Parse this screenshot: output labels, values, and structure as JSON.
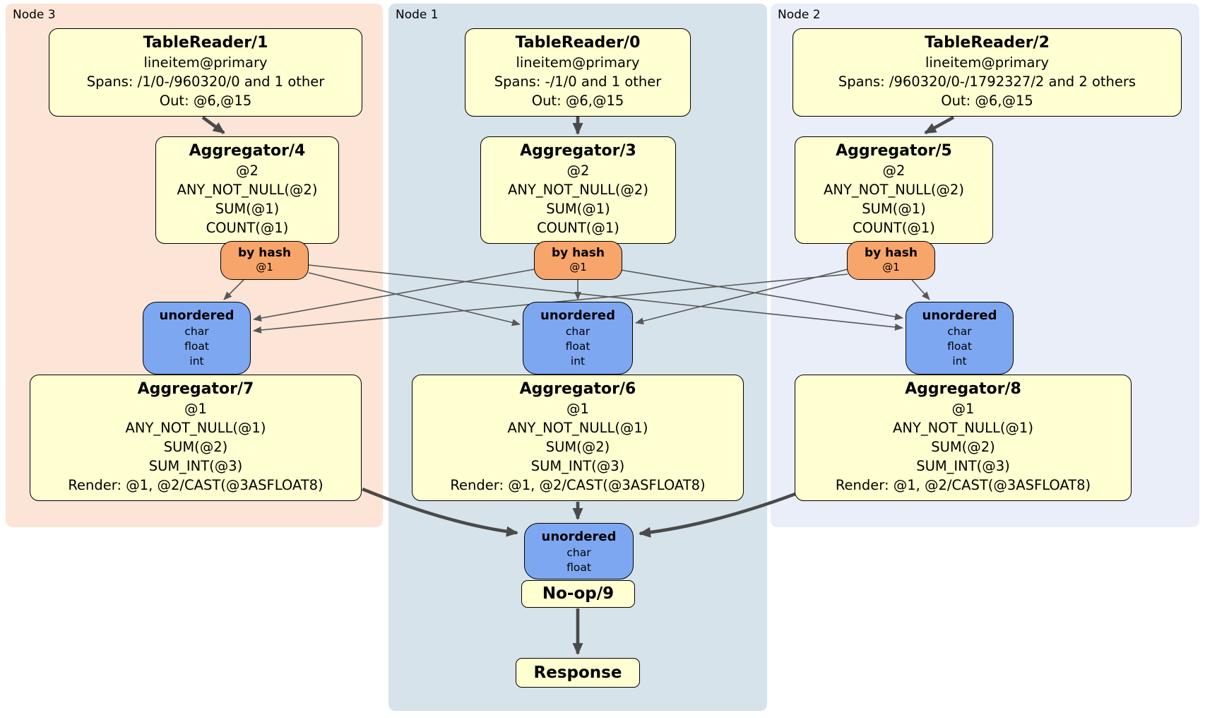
{
  "plan": {
    "colors": {
      "page_background": "#ffffff",
      "node3_panel_bg": "#fce5d6",
      "node1_panel_bg": "#d7e3ea",
      "node2_panel_bg": "#e9eef9",
      "processor_box_bg": "#ffffd1",
      "hash_router_bg": "#f7a56a",
      "input_sync_bg": "#7ea7f2",
      "box_border": "#000000",
      "thin_edge": "#575757",
      "thick_edge": "#4a4a4a"
    },
    "node_panels": [
      {
        "label": "Node 3",
        "table_reader": {
          "title": "TableReader/1",
          "details": [
            "lineitem@primary",
            "Spans: /1/0-/960320/0 and 1 other",
            "Out: @6,@15"
          ]
        },
        "group_aggregator": {
          "title": "Aggregator/4",
          "details": [
            "@2",
            "ANY_NOT_NULL(@2)",
            "SUM(@1)",
            "COUNT(@1)"
          ]
        },
        "hash_router": {
          "title": "by hash",
          "details": [
            "@1"
          ]
        },
        "input_sync": {
          "title": "unordered",
          "details": [
            "char",
            "float",
            "int"
          ]
        },
        "final_aggregator": {
          "title": "Aggregator/7",
          "details": [
            "@1",
            "ANY_NOT_NULL(@1)",
            "SUM(@2)",
            "SUM_INT(@3)",
            "Render: @1, @2/CAST(@3ASFLOAT8)"
          ]
        }
      },
      {
        "label": "Node 1",
        "table_reader": {
          "title": "TableReader/0",
          "details": [
            "lineitem@primary",
            "Spans: -/1/0 and 1 other",
            "Out: @6,@15"
          ]
        },
        "group_aggregator": {
          "title": "Aggregator/3",
          "details": [
            "@2",
            "ANY_NOT_NULL(@2)",
            "SUM(@1)",
            "COUNT(@1)"
          ]
        },
        "hash_router": {
          "title": "by hash",
          "details": [
            "@1"
          ]
        },
        "input_sync": {
          "title": "unordered",
          "details": [
            "char",
            "float",
            "int"
          ]
        },
        "final_aggregator": {
          "title": "Aggregator/6",
          "details": [
            "@1",
            "ANY_NOT_NULL(@1)",
            "SUM(@2)",
            "SUM_INT(@3)",
            "Render: @1, @2/CAST(@3ASFLOAT8)"
          ]
        }
      },
      {
        "label": "Node 2",
        "table_reader": {
          "title": "TableReader/2",
          "details": [
            "lineitem@primary",
            "Spans: /960320/0-/1792327/2 and 2 others",
            "Out: @6,@15"
          ]
        },
        "group_aggregator": {
          "title": "Aggregator/5",
          "details": [
            "@2",
            "ANY_NOT_NULL(@2)",
            "SUM(@1)",
            "COUNT(@1)"
          ]
        },
        "hash_router": {
          "title": "by hash",
          "details": [
            "@1"
          ]
        },
        "input_sync": {
          "title": "unordered",
          "details": [
            "char",
            "float",
            "int"
          ]
        },
        "final_aggregator": {
          "title": "Aggregator/8",
          "details": [
            "@1",
            "ANY_NOT_NULL(@1)",
            "SUM(@2)",
            "SUM_INT(@3)",
            "Render: @1, @2/CAST(@3ASFLOAT8)"
          ]
        }
      }
    ],
    "final_stage": {
      "input_sync": {
        "title": "unordered",
        "details": [
          "char",
          "float"
        ]
      },
      "noop": {
        "title": "No-op/9"
      },
      "response": {
        "title": "Response"
      }
    }
  }
}
